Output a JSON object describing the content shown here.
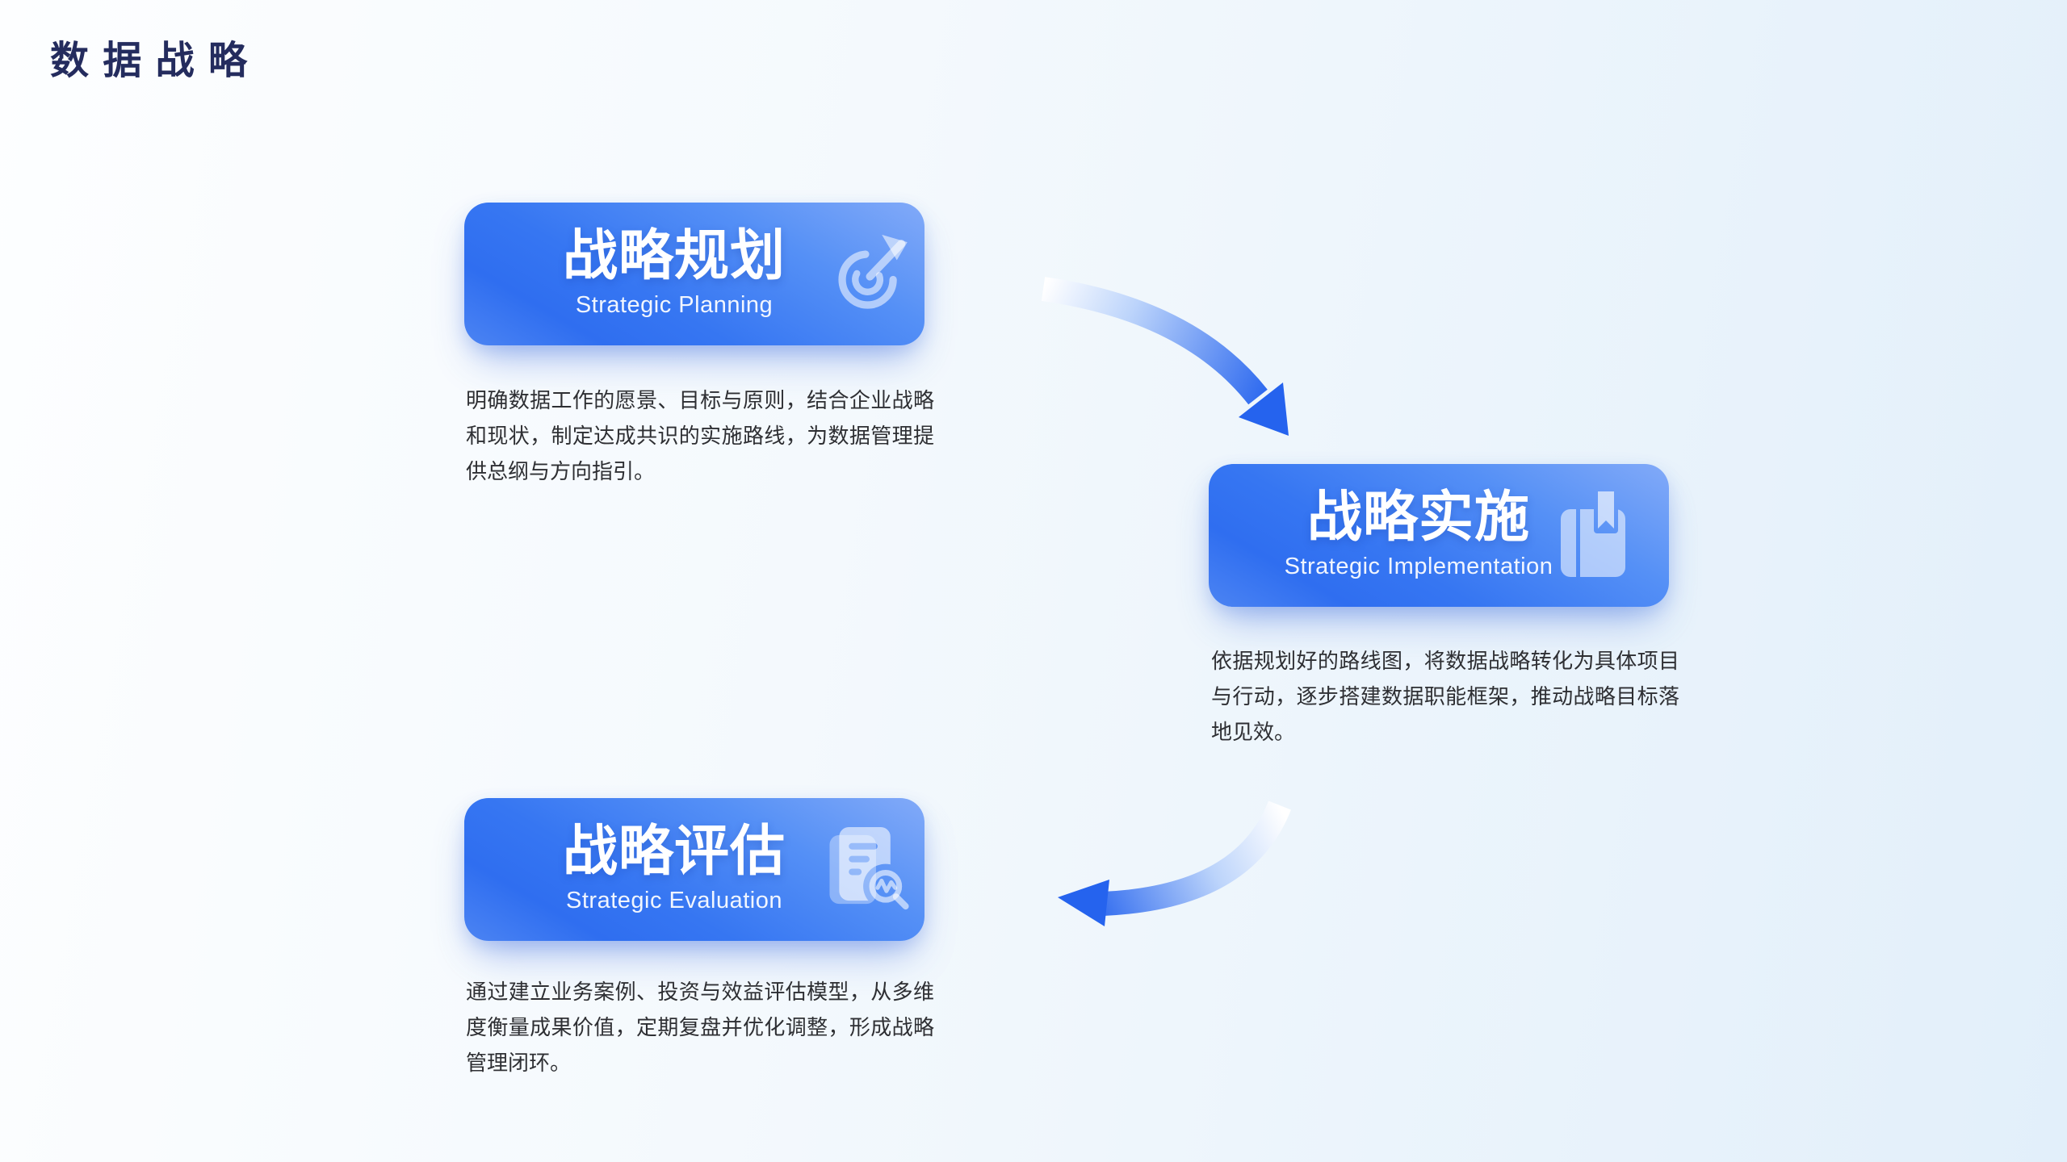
{
  "page": {
    "title": "数 据 战 略"
  },
  "cards": [
    {
      "title_zh": "战略规划",
      "title_en": "Strategic Planning",
      "icon": "target-dart-icon",
      "description": "明确数据工作的愿景、目标与原则，结合企业战略和现状，制定达成共识的实施路线，为数据管理提供总纲与方向指引。"
    },
    {
      "title_zh": "战略实施",
      "title_en": "Strategic Implementation",
      "icon": "book-bookmark-icon",
      "description": "依据规划好的路线图，将数据战略转化为具体项目与行动，逐步搭建数据职能框架，推动战略目标落地见效。"
    },
    {
      "title_zh": "战略评估",
      "title_en": "Strategic Evaluation",
      "icon": "document-analysis-icon",
      "description": "通过建立业务案例、投资与效益评估模型，从多维度衡量成果价值，定期复盘并优化调整，形成战略管理闭环。"
    }
  ],
  "arrows": [
    {
      "name": "flow-arrow-planning-to-implementation"
    },
    {
      "name": "flow-arrow-implementation-to-evaluation"
    }
  ],
  "colors": {
    "background_start": "#fdfeff",
    "background_end": "#e2effa",
    "card_gradient_light": "#82aaf8",
    "card_gradient_dark": "#2f6ef0",
    "arrow_blue": "#2563ee",
    "title_text": "#242c5e",
    "body_text": "#2e2f33"
  }
}
